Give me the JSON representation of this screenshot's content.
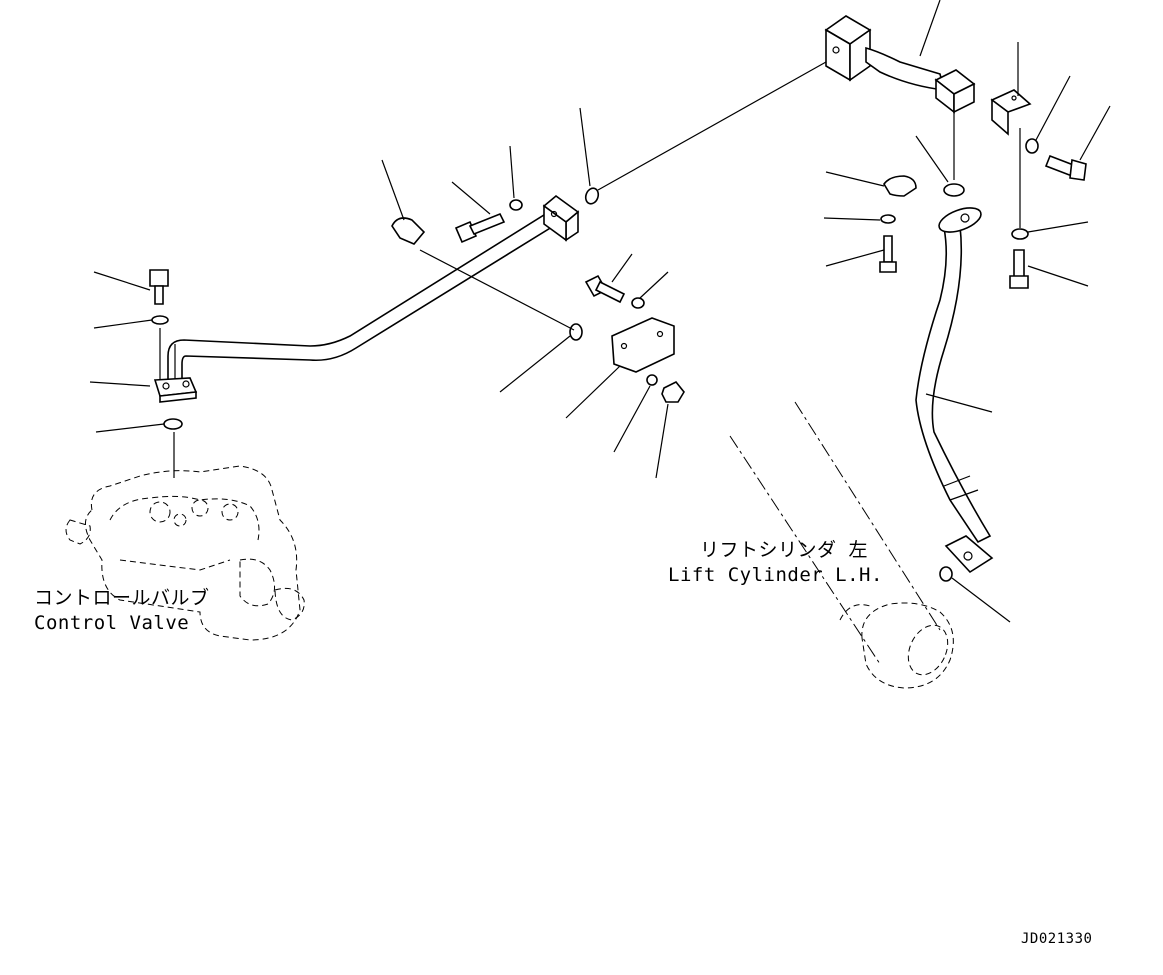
{
  "labels": {
    "control_valve_jp": "コントロールバルブ",
    "control_valve_en": "Control Valve",
    "lift_cylinder_jp": "リフトシリンダ 左",
    "lift_cylinder_en": "Lift Cylinder L.H.",
    "drawing_code": "JD021330"
  }
}
